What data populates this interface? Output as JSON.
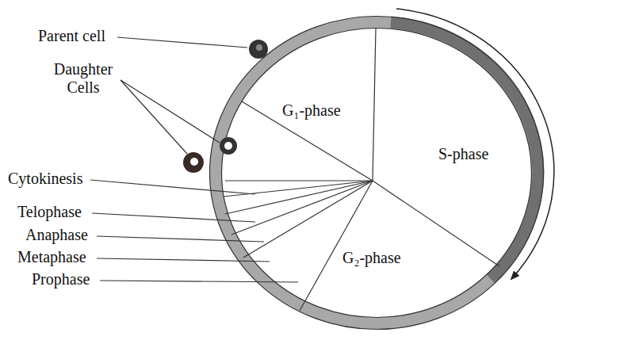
{
  "diagram": {
    "labels": [
      "Parent cell",
      "Daughter Cells",
      "Cytokinesis",
      "Telophase",
      "Anaphase",
      "Metaphase",
      "Prophase",
      "G₁-phase",
      "S-phase",
      "G₂-phase"
    ]
  }
}
